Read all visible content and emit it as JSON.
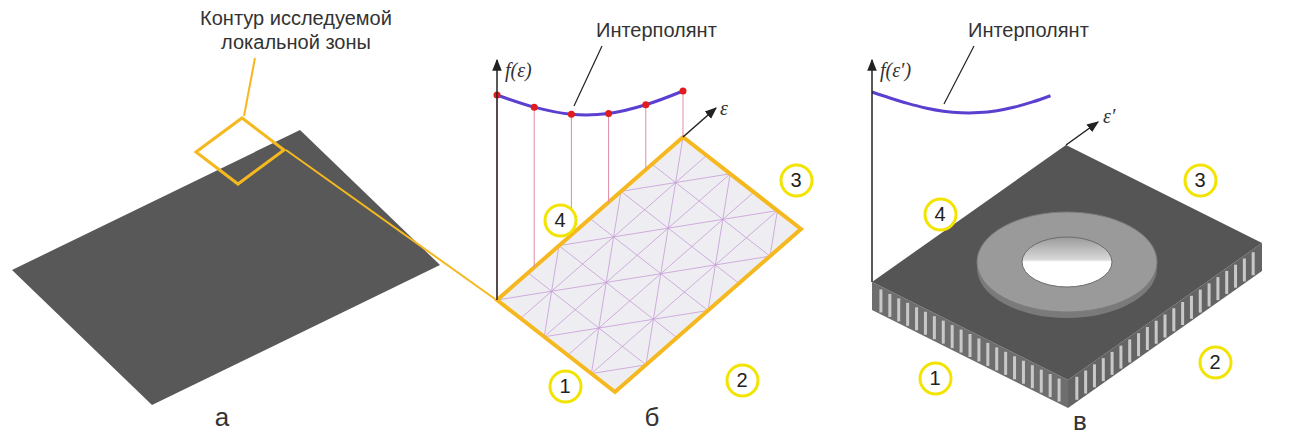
{
  "diagram": {
    "nodes": [
      {
        "text": [
          "4"
        ]
      },
      {
        "text": [
          "3"
        ]
      },
      {
        "text": [
          "1"
        ]
      },
      {
        "text": [
          "2"
        ]
      },
      {
        "text": [
          "4"
        ]
      },
      {
        "text": [
          "3"
        ]
      },
      {
        "text": [
          "1"
        ]
      },
      {
        "text": [
          "2"
        ]
      }
    ],
    "labels": [
      "Контур исследуемой локальной зоны",
      "f(ε)",
      "Интерполянт",
      "ε",
      "f(ε′)",
      "Интерполянт",
      "ε′",
      "а",
      "б",
      "в"
    ]
  }
}
